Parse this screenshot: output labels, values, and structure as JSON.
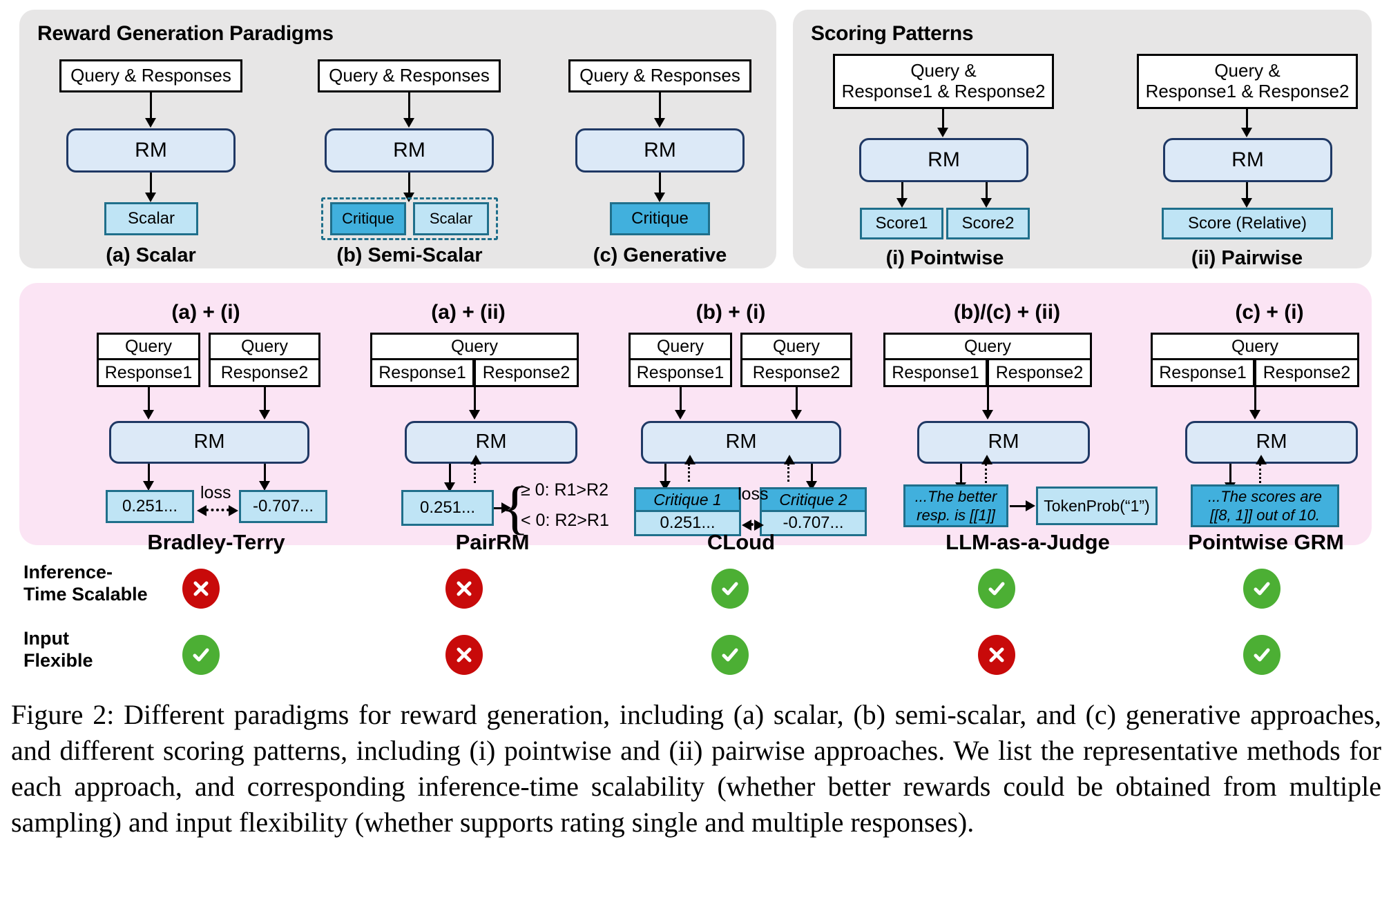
{
  "panels": {
    "paradigms": {
      "title": "Reward Generation Paradigms",
      "columns": [
        {
          "input": "Query & Responses",
          "rm": "RM",
          "outputs": [
            {
              "text": "Scalar",
              "style": "light"
            }
          ],
          "label": "(a) Scalar",
          "dashed": false
        },
        {
          "input": "Query & Responses",
          "rm": "RM",
          "outputs": [
            {
              "text": "Critique",
              "style": "dark"
            },
            {
              "text": "Scalar",
              "style": "light"
            }
          ],
          "label": "(b) Semi-Scalar",
          "dashed": true
        },
        {
          "input": "Query & Responses",
          "rm": "RM",
          "outputs": [
            {
              "text": "Critique",
              "style": "dark"
            }
          ],
          "label": "(c) Generative",
          "dashed": false
        }
      ]
    },
    "scoring": {
      "title": "Scoring Patterns",
      "columns": [
        {
          "input_line1": "Query &",
          "input_line2": "Response1 & Response2",
          "rm": "RM",
          "outputs": [
            {
              "text": "Score1"
            },
            {
              "text": "Score2"
            }
          ],
          "label": "(i) Pointwise"
        },
        {
          "input_line1": "Query &",
          "input_line2": "Response1 & Response2",
          "rm": "RM",
          "outputs": [
            {
              "text": "Score (Relative)"
            }
          ],
          "label": "(ii) Pairwise"
        }
      ]
    }
  },
  "methods": [
    {
      "combo": "(a) + (i)",
      "name": "Bradley-Terry",
      "query1": "Query",
      "query2": "Query",
      "response1": "Response1",
      "response2": "Response2",
      "rm": "RM",
      "score1": "0.251...",
      "score2": "-0.707...",
      "loss": "loss"
    },
    {
      "combo": "(a) + (ii)",
      "name": "PairRM",
      "query": "Query",
      "response1": "Response1",
      "response2": "Response2",
      "rm": "RM",
      "score": "0.251...",
      "cond_top": "≥ 0: R1>R2",
      "cond_bottom": "< 0: R2>R1"
    },
    {
      "combo": "(b) + (i)",
      "name": "CLoud",
      "query1": "Query",
      "query2": "Query",
      "response1": "Response1",
      "response2": "Response2",
      "rm": "RM",
      "critique1": "Critique 1",
      "critique2": "Critique 2",
      "score1": "0.251...",
      "score2": "-0.707...",
      "loss": "loss"
    },
    {
      "combo": "(b)/(c) + (ii)",
      "name": "LLM-as-a-Judge",
      "query": "Query",
      "response1": "Response1",
      "response2": "Response2",
      "rm": "RM",
      "generation_line1": "...The better",
      "generation_line2": "resp. is [[1]]",
      "tokenprob": "TokenProb(“1”)"
    },
    {
      "combo": "(c) + (i)",
      "name": "Pointwise GRM",
      "query": "Query",
      "response1": "Response1",
      "response2": "Response2",
      "rm": "RM",
      "generation_line1": "...The scores are",
      "generation_line2": "[[8, 1]] out of 10."
    }
  ],
  "status_rows": [
    {
      "label_line1": "Inference-",
      "label_line2": "Time Scalable",
      "values": [
        "no",
        "no",
        "yes",
        "yes",
        "yes"
      ]
    },
    {
      "label_line1": "Input",
      "label_line2": "Flexible",
      "values": [
        "yes",
        "no",
        "yes",
        "no",
        "yes"
      ]
    }
  ],
  "caption": "Figure 2: Different paradigms for reward generation, including (a) scalar, (b) semi-scalar, and (c) generative approaches, and different scoring patterns, including (i) pointwise and (ii) pairwise approaches. We list the representative methods for each approach, and corresponding inference-time scalability (whether better rewards could be obtained from multiple sampling) and input flexibility (whether supports rating single and multiple responses).",
  "colors": {
    "panel_gray": "#e7e6e6",
    "panel_pink": "#fbe4f4",
    "rm_fill": "#dce9f7",
    "rm_border": "#1f3864",
    "light_blue": "#bfe4f5",
    "dark_blue": "#41b0dd",
    "blue_border": "#1f6f8b",
    "yes_green": "#4caf34",
    "no_red": "#c80a0a"
  }
}
